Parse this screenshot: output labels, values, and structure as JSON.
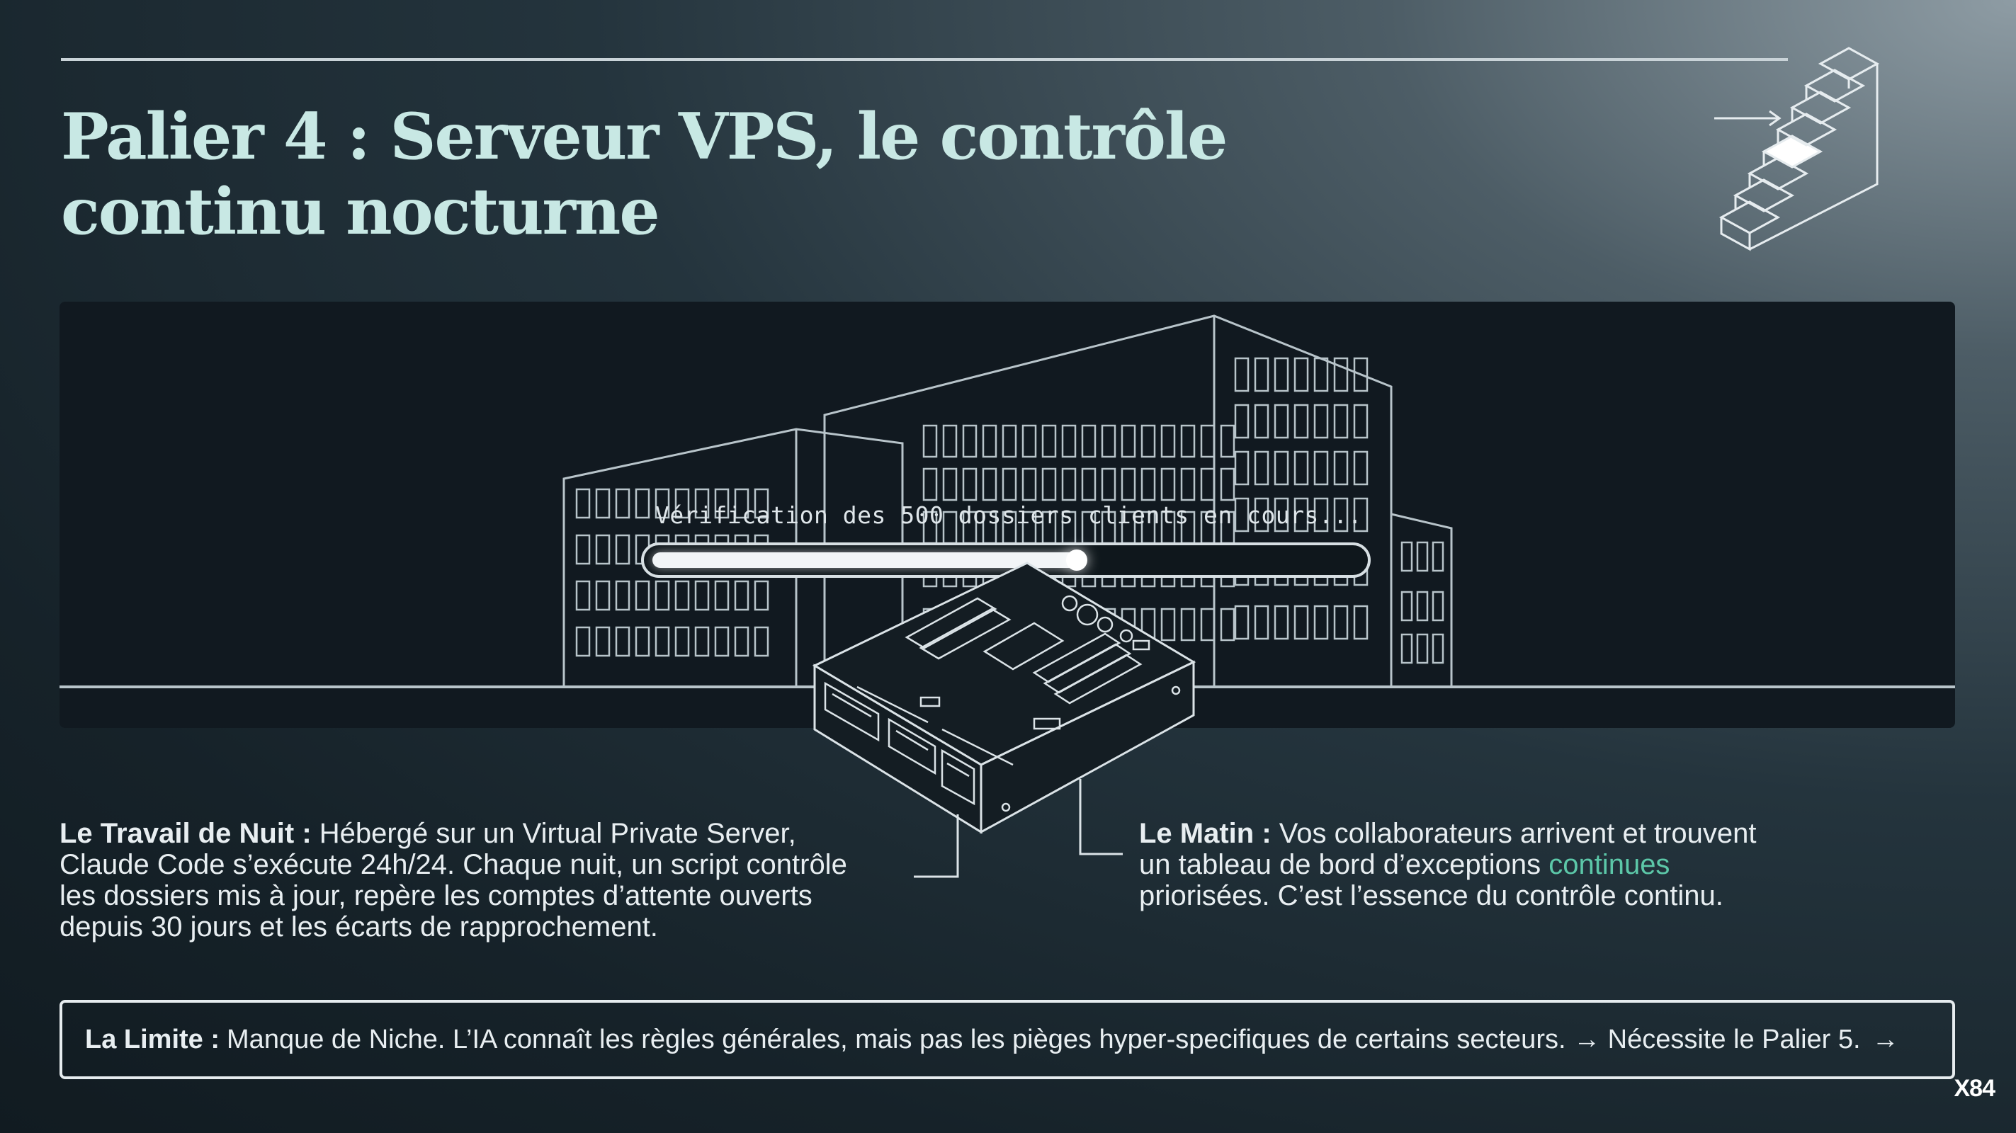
{
  "title": {
    "line1": "Palier 4 : Serveur VPS, le contrôle",
    "line2": "continu nocturne"
  },
  "progress": {
    "label": "Vérification des 500 dossiers clients en cours...",
    "fraction": 0.6
  },
  "night_work": {
    "lead": "Le Travail de Nuit :",
    "line1": " Hébergé sur un Virtual Private Server,",
    "line2": "Claude Code s’exécute 24h/24. Chaque nuit, un script contrôle",
    "line3": "les dossiers mis à jour, repère les comptes d’attente ouverts",
    "line4": "depuis 30 jours et les écarts de rapprochement."
  },
  "morning": {
    "lead": "Le Matin :",
    "line1": " Vos collaborateurs arrivent et trouvent",
    "line2a": "un tableau de bord d’exceptions ",
    "line2_accent": "continues",
    "line3": "priorisées. C’est l’essence du contrôle continu."
  },
  "limit": {
    "lead": "La Limite :",
    "text": "Manque de Niche. L’IA connaît les règles générales, mais pas les pièges hyper-specifiques de certains secteurs. → Nécessite le Palier 5.",
    "arrow": "→"
  },
  "brand": "X84",
  "icons": {
    "staircase": "staircase-icon",
    "server": "server-board-icon",
    "buildings": "office-buildings-illustration"
  },
  "colors": {
    "title": "#c8e8e4",
    "accent": "#5cc7a8",
    "line_art": "#c9d4d9"
  }
}
